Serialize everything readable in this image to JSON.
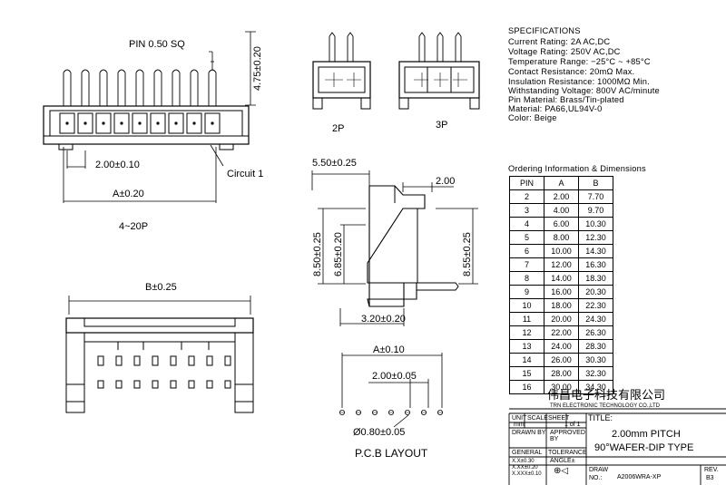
{
  "labels": {
    "pin_sq": "PIN 0.50 SQ",
    "dim_height": "4.75±0.20",
    "pitch": "2.00±0.10",
    "circuit": "Circuit 1",
    "a_dim": "A±0.20",
    "range": "4~20P",
    "b_dim": "B±0.25",
    "p2": "2P",
    "p3": "3P",
    "side_width": "5.50±0.25",
    "side_200": "2.00",
    "side_850": "8.50±0.25",
    "side_685": "6.85±0.20",
    "side_855": "8.55±0.25",
    "side_320": "3.20±0.20",
    "pcb_a": "A±0.10",
    "pcb_pitch": "2.00±0.05",
    "pcb_hole": "Ø0.80±0.05",
    "pcb_title": "P.C.B LAYOUT"
  },
  "specs": {
    "heading": "SPECIFICATIONS",
    "lines": [
      "Current Rating: 2A AC,DC",
      "Voltage Rating: 250V AC,DC",
      "Temperature Range: −25°C ~ +85°C",
      "Contact Resistance: 20mΩ Max.",
      "Insulation Resistance: 1000MΩ Min.",
      "Withstanding Voltage: 800V AC/minute",
      "Pin Material: Brass/Tin-plated",
      "Material: PA66,UL94V-0",
      "Color: Beige"
    ]
  },
  "ordering": {
    "heading": "Ordering Information & Dimensions",
    "columns": [
      "PIN",
      "A",
      "B"
    ],
    "rows": [
      [
        "2",
        "2.00",
        "7.70"
      ],
      [
        "3",
        "4.00",
        "9.70"
      ],
      [
        "4",
        "6.00",
        "10.30"
      ],
      [
        "5",
        "8.00",
        "12.30"
      ],
      [
        "6",
        "10.00",
        "14.30"
      ],
      [
        "7",
        "12.00",
        "16.30"
      ],
      [
        "8",
        "14.00",
        "18.30"
      ],
      [
        "9",
        "16.00",
        "20.30"
      ],
      [
        "10",
        "18.00",
        "22.30"
      ],
      [
        "11",
        "20.00",
        "24.30"
      ],
      [
        "12",
        "22.00",
        "26.30"
      ],
      [
        "13",
        "24.00",
        "28.30"
      ],
      [
        "14",
        "26.00",
        "30.30"
      ],
      [
        "15",
        "28.00",
        "32.30"
      ],
      [
        "16",
        "30.00",
        "34.30"
      ]
    ]
  },
  "title_block": {
    "company_cn": "伟昌电子科技有限公司",
    "company_en": "TRN ELECTRONIC TECHNOLOGY CO.,LTD",
    "unit_label": "UNIT",
    "scale_label": "SCALE",
    "sheet_label": "SHEET",
    "unit": "mm",
    "sheet": "1 of 1",
    "title_label": "TITLE:",
    "title_1": "2.00mm PITCH",
    "title_2": "90°WAFER-DIP TYPE",
    "drawn_by": "DRAWN BY",
    "approved_by": "APPROVED BY",
    "general": "GENERAL",
    "tolerance": "TOLERANCE",
    "tol_1": "X.X±0.30",
    "tol_2": "X.XX±0.20",
    "tol_3": "X.XXX±0.10",
    "angle": "ANGLE±",
    "draw_label": "DRAW",
    "no_label": "NO.:",
    "draw_no": "A2006WRA-XP",
    "rev_label": "REV.",
    "rev": "B3"
  }
}
